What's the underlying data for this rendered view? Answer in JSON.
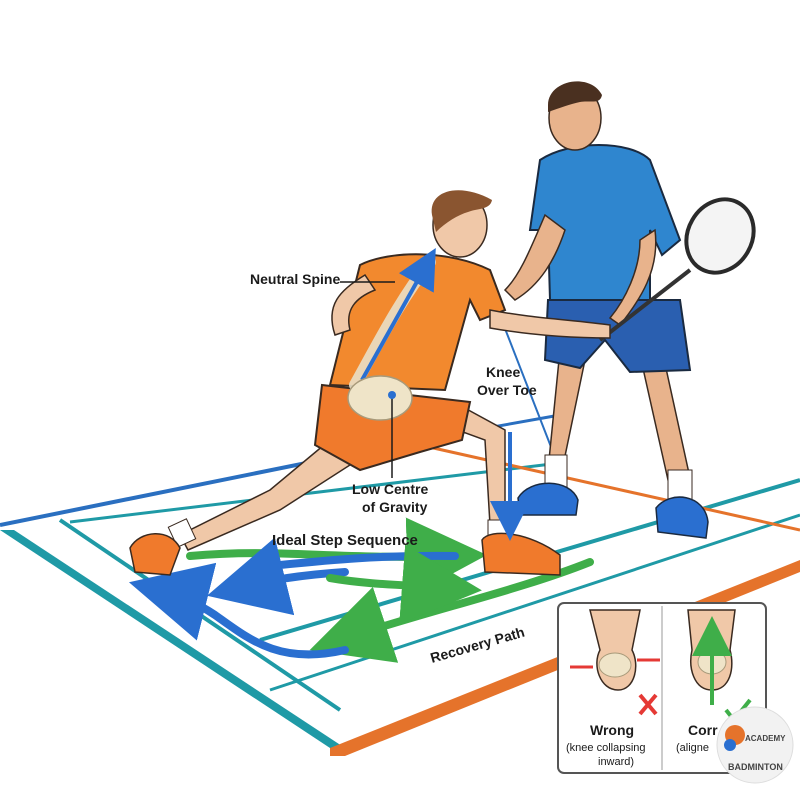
{
  "annotations": {
    "neutral_spine": "Neutral Spine",
    "knee_over_toe_line1": "Knee",
    "knee_over_toe_line2": "Over Toe",
    "low_cog_line1": "Low Centre",
    "low_cog_line2": "of Gravity",
    "ideal_step": "Ideal Step Sequence",
    "recovery_path": "Recovery Path"
  },
  "inset": {
    "wrong_title": "Wrong",
    "wrong_caption_line1": "(knee collapsing",
    "wrong_caption_line2": "inward)",
    "correct_title": "Corr",
    "correct_caption_line1": "(aligne"
  },
  "logo": {
    "line1": "ACADEMY",
    "line2": "BADMINTON"
  },
  "colors": {
    "court_teal": "#1f9aa6",
    "court_blue": "#2a6fc0",
    "court_orange": "#e5732b",
    "shirt_orange": "#f2892e",
    "shirt_blue": "#2f86cf",
    "arrow_blue": "#2a6fd0",
    "arrow_green": "#3fae49",
    "wrong_red": "#e53935",
    "correct_green": "#3fae49"
  },
  "icons": {
    "wrong_mark": "red-x-icon",
    "correct_mark": "green-check-icon",
    "brand": "yonex-logo-icon"
  }
}
